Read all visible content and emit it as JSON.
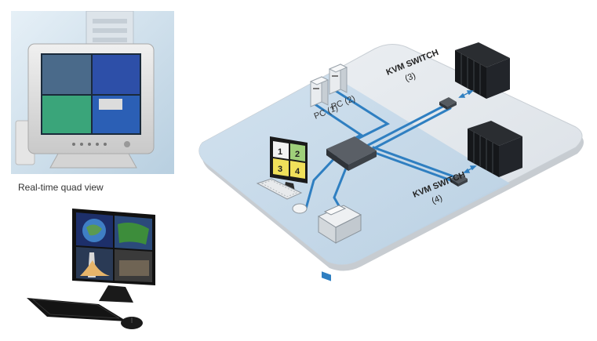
{
  "photo_top": {
    "screen_type": "real-time quad view monitor"
  },
  "caption": "Real-time quad view",
  "photo_bottom": {
    "screen_type": "flat panel quad view monitor"
  },
  "diagram": {
    "kvm3": {
      "title": "KVM SWITCH",
      "number": "(3)"
    },
    "kvm4": {
      "title": "KVM SWITCH",
      "number": "(4)"
    },
    "pc1": "PC (1)",
    "pc2": "PC (2)",
    "quad_labels": [
      "1",
      "2",
      "3",
      "4"
    ],
    "cable_color": "#2f7fc1",
    "platform_color": "#e4e8ec",
    "tile_colors": [
      "#f2f2f2",
      "#9fd07a",
      "#f0e05a",
      "#f0e05a"
    ]
  }
}
